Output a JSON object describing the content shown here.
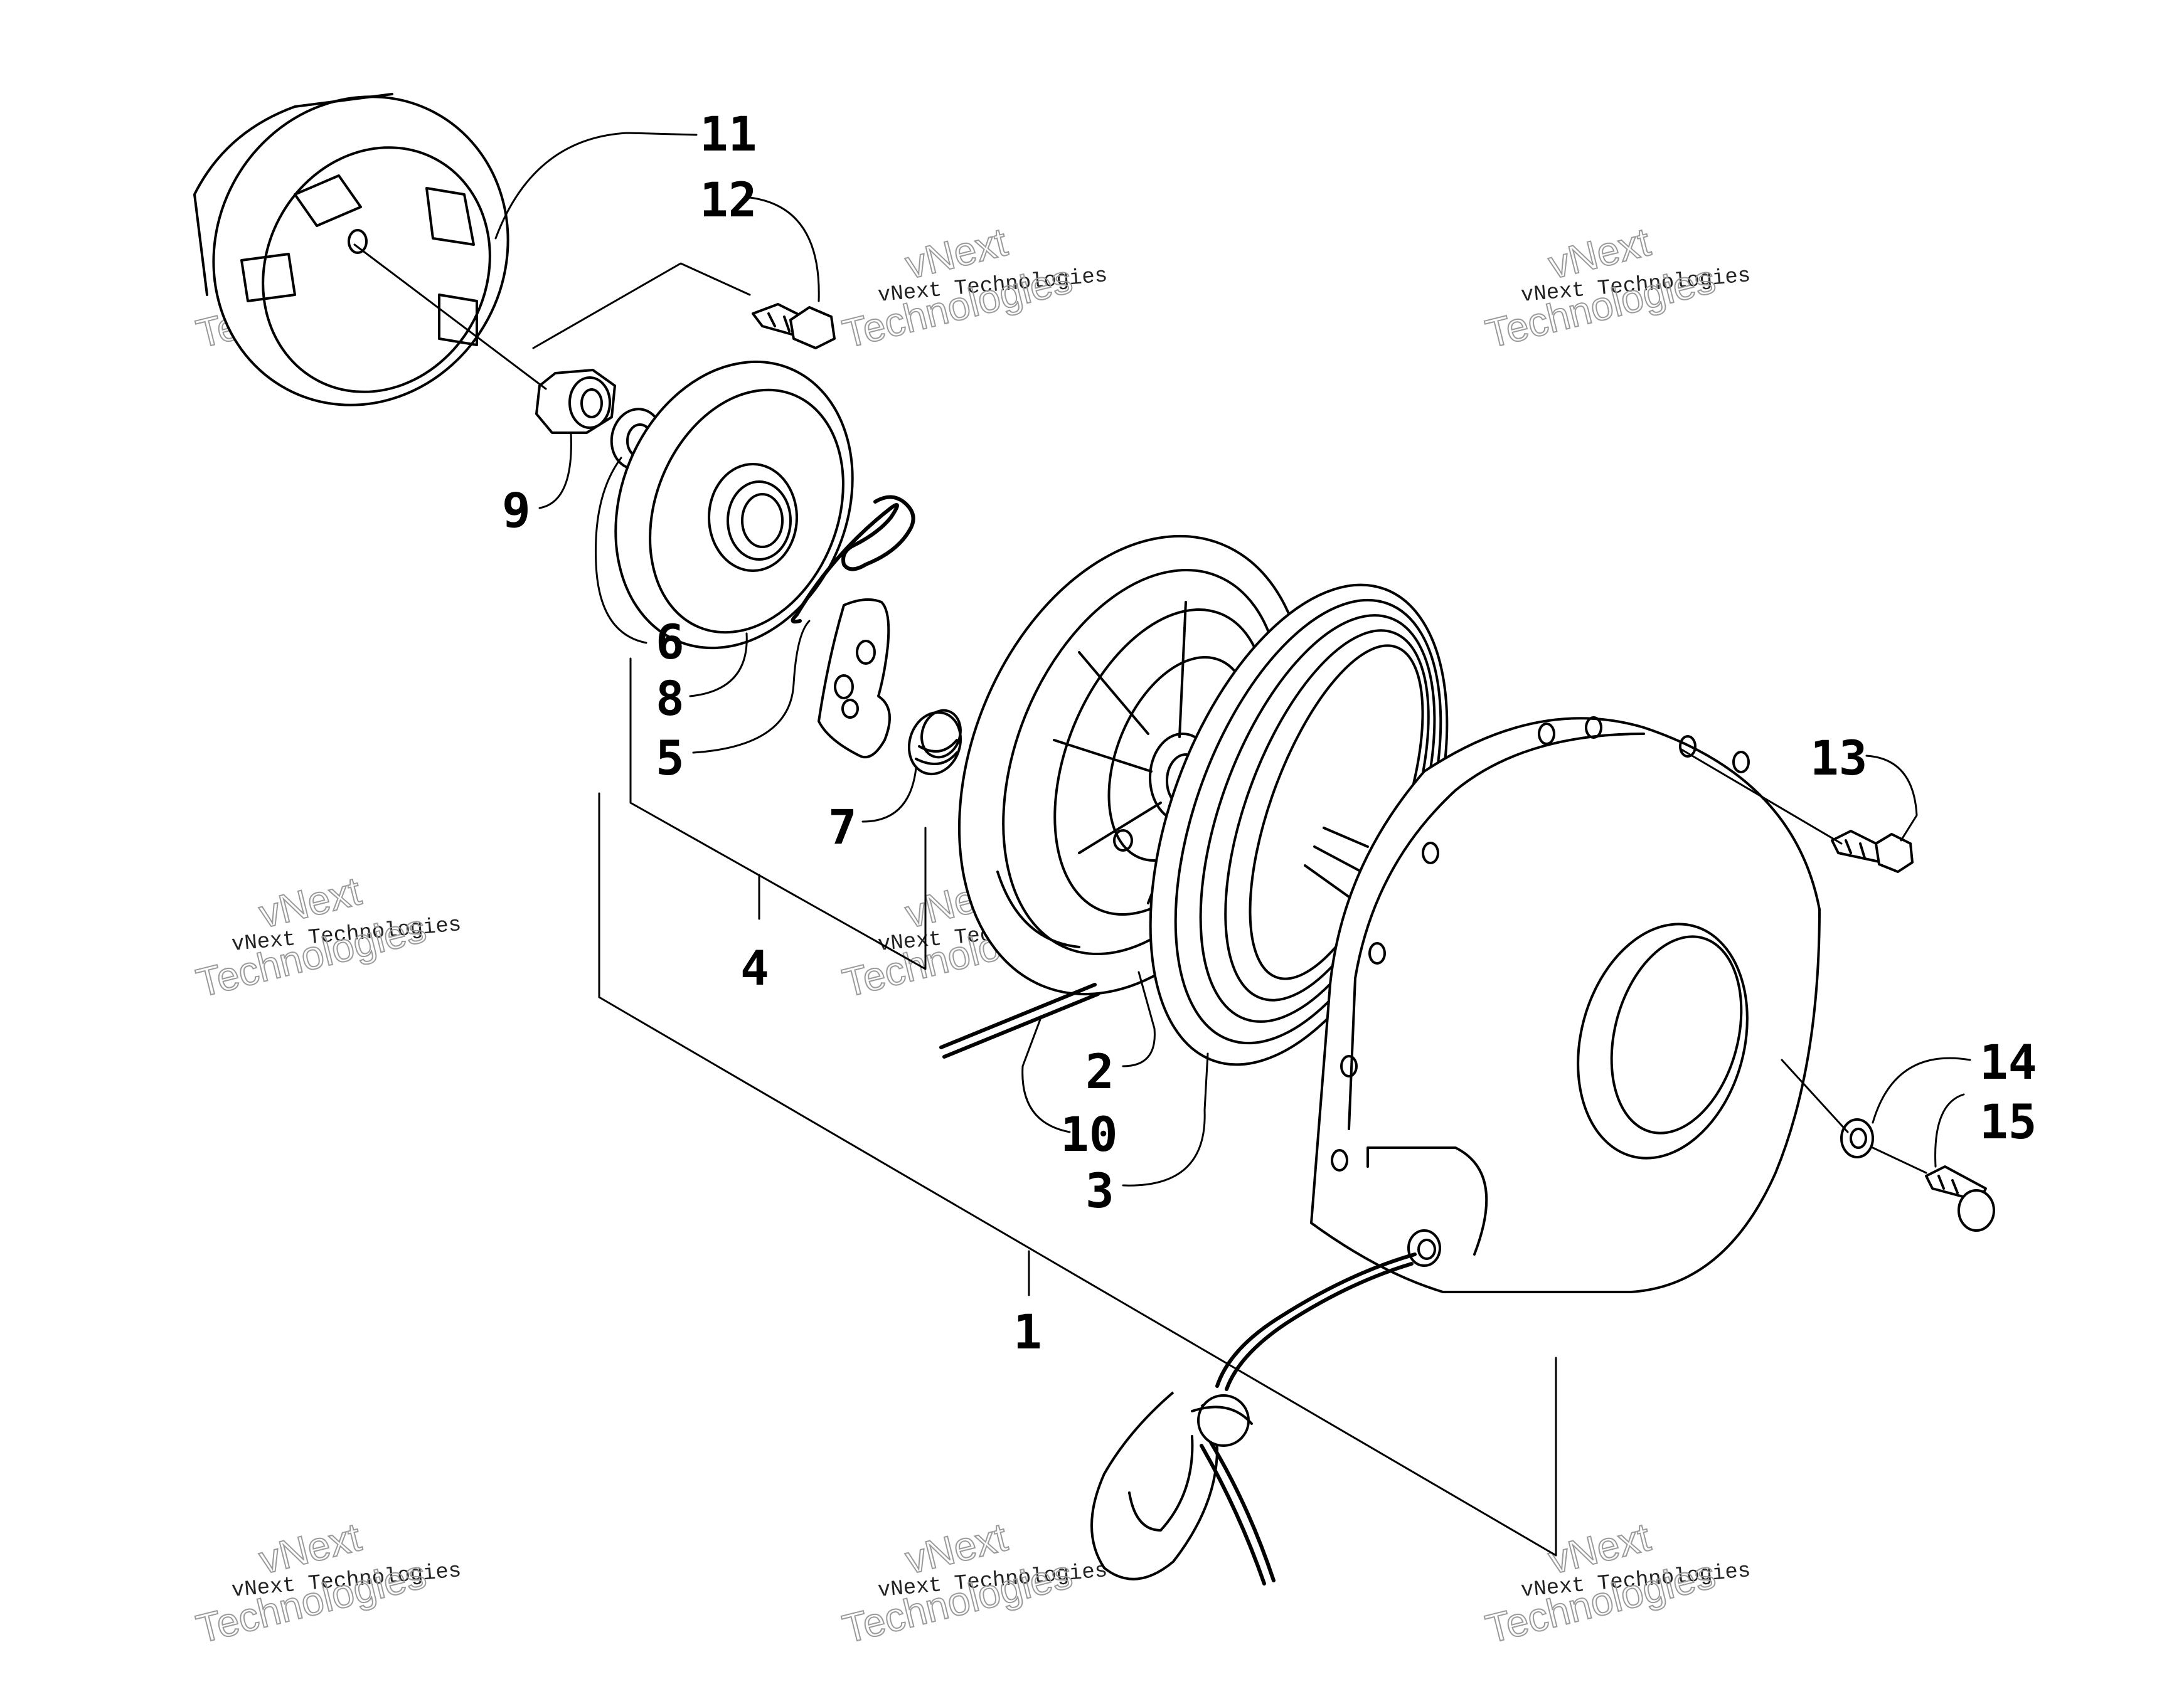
{
  "watermark": {
    "line1": "vNext Technologies",
    "line2": "vNext",
    "line3": "Technologies"
  },
  "callouts": {
    "c1": "1",
    "c2": "2",
    "c3": "3",
    "c4": "4",
    "c5": "5",
    "c6": "6",
    "c7": "7",
    "c8": "8",
    "c9": "9",
    "c10": "10",
    "c11": "11",
    "c12": "12",
    "c13": "13",
    "c14": "14",
    "c15": "15"
  }
}
